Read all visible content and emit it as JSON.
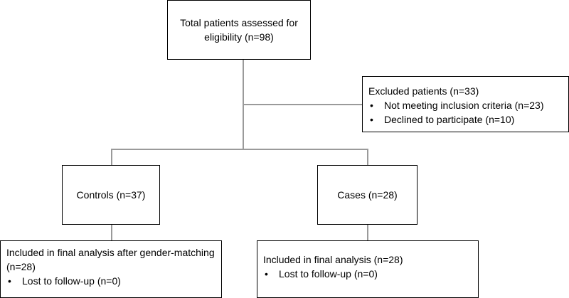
{
  "boxes": {
    "total": {
      "text": "Total patients assessed for eligibility (n=98)"
    },
    "excluded": {
      "title": "Excluded patients (n=33)",
      "items": [
        "Not meeting inclusion criteria (n=23)",
        "Declined to participate (n=10)"
      ]
    },
    "controls": {
      "text": "Controls (n=37)"
    },
    "cases": {
      "text": "Cases (n=28)"
    },
    "controls_final": {
      "title": "Included in final analysis after gender-matching (n=28)",
      "items": [
        "Lost to follow-up (n=0)"
      ]
    },
    "cases_final": {
      "title": "Included in final analysis (n=28)",
      "items": [
        "Lost to follow-up (n=0)"
      ]
    }
  }
}
